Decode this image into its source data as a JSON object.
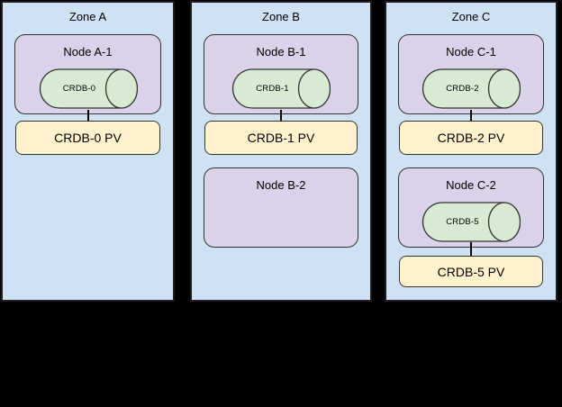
{
  "diagram": {
    "background": "#000000",
    "zone_fill": "#cfe2f3",
    "node_fill": "#d9d2e9",
    "db_fill": "#d9ead3",
    "pv_fill": "#fff2cc",
    "border_color": "#333333"
  },
  "zones": [
    {
      "label": "Zone A",
      "nodes": [
        {
          "label": "Node A-1",
          "db": "CRDB-0",
          "pv": "CRDB-0 PV"
        }
      ]
    },
    {
      "label": "Zone B",
      "nodes": [
        {
          "label": "Node B-1",
          "db": "CRDB-1",
          "pv": "CRDB-1 PV"
        },
        {
          "label": "Node B-2"
        }
      ]
    },
    {
      "label": "Zone C",
      "nodes": [
        {
          "label": "Node C-1",
          "db": "CRDB-2",
          "pv": "CRDB-2 PV"
        },
        {
          "label": "Node C-2",
          "db": "CRDB-5",
          "pv": "CRDB-5 PV"
        }
      ]
    }
  ]
}
